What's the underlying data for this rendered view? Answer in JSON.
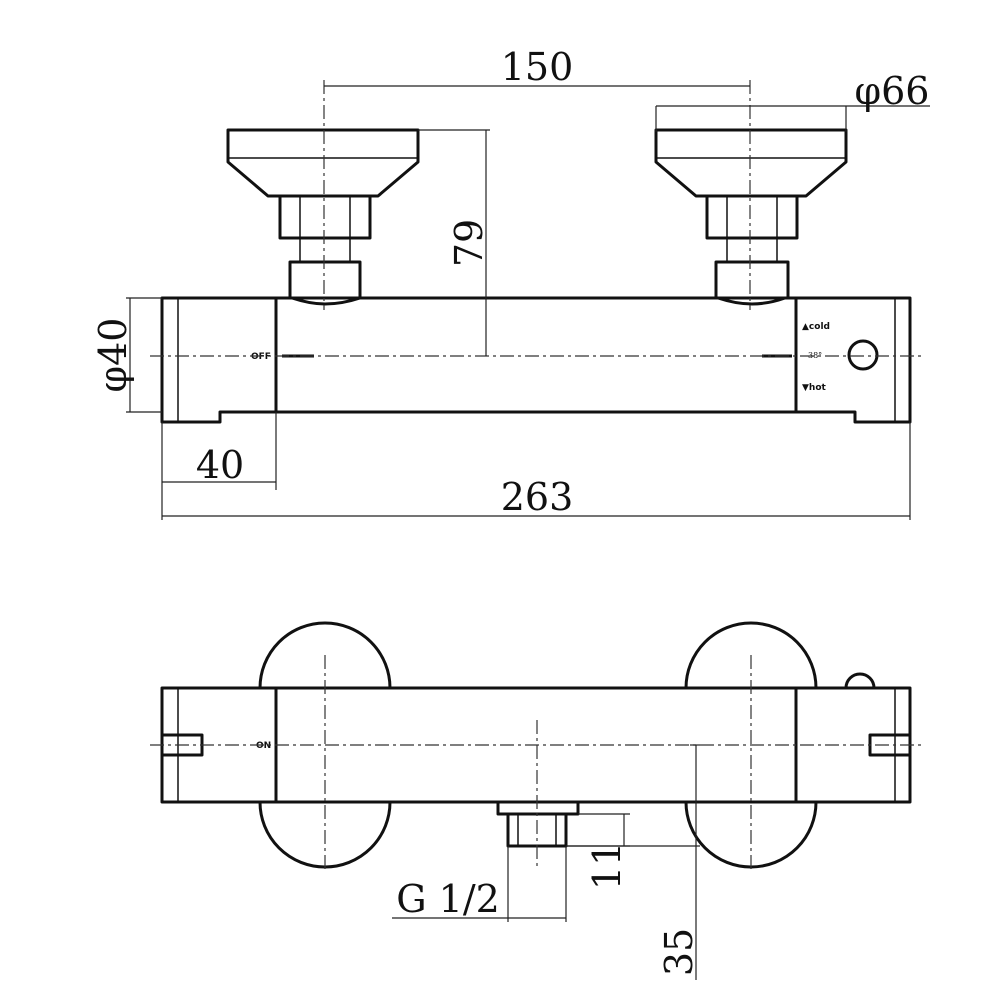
{
  "dimensions": {
    "d150": "150",
    "d66": "φ66",
    "d79": "79",
    "d40dia": "φ40",
    "d40": "40",
    "d263": "263",
    "d11": "11",
    "g12": "G 1/2",
    "d35": "35"
  },
  "markings": {
    "off": "OFF",
    "on": "ON",
    "cold": "▲cold",
    "hot": "▼hot",
    "temp": "38°"
  }
}
